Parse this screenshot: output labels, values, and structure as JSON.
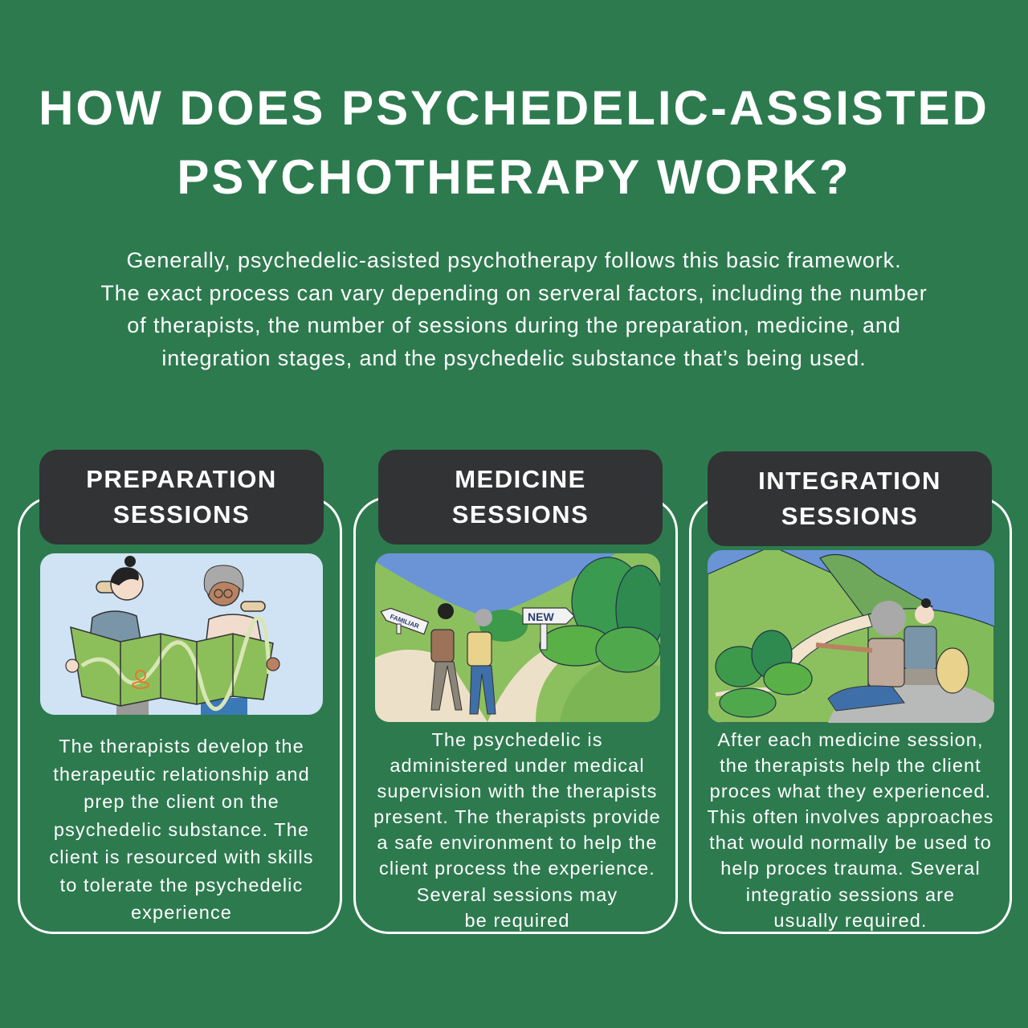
{
  "colors": {
    "background": "#2d7a4f",
    "header_bg": "#323335",
    "text": "#ffffff",
    "card_border": "#ffffff"
  },
  "title": {
    "line1": "HOW DOES PSYCHEDELIC-ASSISTED",
    "line2": "PSYCHOTHERAPY WORK?"
  },
  "intro": {
    "lines": [
      "Generally, psychedelic-asisted psychotherapy follows this basic framework.",
      "The exact process can vary depending on serveral factors, including the number",
      "of therapists, the number of sessions during the preparation, medicine, and",
      "integration stages, and the psychedelic substance that’s being used."
    ]
  },
  "stages": [
    {
      "header_line1": "PREPARATION",
      "header_line2": "SESSIONS",
      "illustration": "two-hikers-reading-map",
      "text_lines": [
        "The therapists develop the",
        "therapeutic relationship and",
        "prep the client on the",
        "psychedelic substance. The",
        "client is resourced with skills",
        "to tolerate the psychedelic",
        "experience"
      ]
    },
    {
      "header_line1": "MEDICINE",
      "header_line2": "SESSIONS",
      "illustration": "hikers-at-fork-familiar-new",
      "sign_familiar": "FAMILIAR",
      "sign_new": "NEW",
      "text_lines": [
        "The psychedelic is",
        "administered under medical",
        "supervision with the therapists",
        "present. The therapists provide",
        "a safe environment to help the",
        "client process the experience.",
        "Several sessions may",
        "be required"
      ]
    },
    {
      "header_line1": "INTEGRATION",
      "header_line2": "SESSIONS",
      "illustration": "hikers-resting-on-hilltop",
      "text_lines": [
        "After each medicine session,",
        "the therapists help the client",
        "proces what they experienced.",
        "This often involves approaches",
        "that would normally be used to",
        "help proces trauma. Several",
        "integratio sessions are",
        "usually required."
      ]
    }
  ]
}
